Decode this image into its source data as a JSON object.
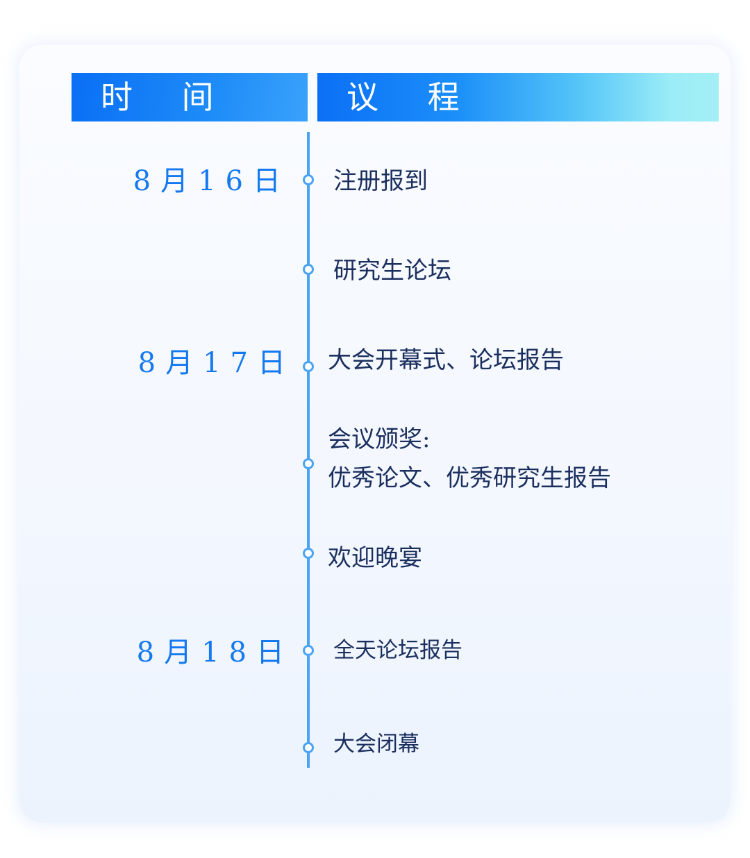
{
  "header": {
    "time": "时 间",
    "agenda": "议 程"
  },
  "dates": [
    "8月16日",
    "8月17日",
    "8月18日"
  ],
  "items": [
    "注册报到",
    "研究生论坛",
    "大会开幕式、论坛报告",
    "会议颁奖:",
    "优秀论文、优秀研究生报告",
    "欢迎晚宴",
    "全天论坛报告",
    "大会闭幕"
  ],
  "colors": {
    "accent": "#1479f0",
    "text": "#1b2f5f",
    "line": "#4aa3f3"
  }
}
